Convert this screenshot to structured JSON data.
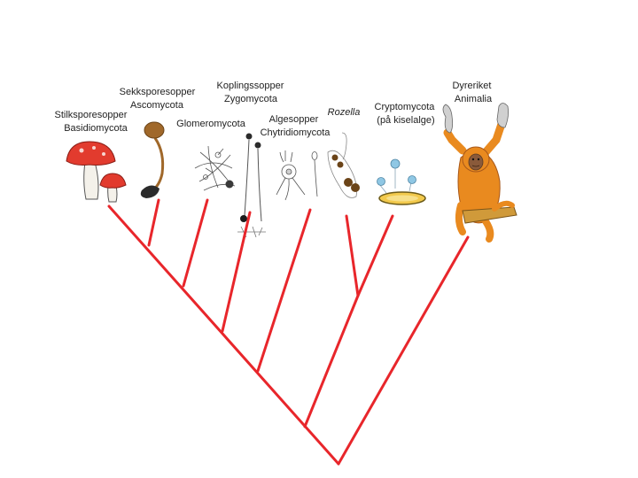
{
  "colors": {
    "tree": "#e8262b",
    "text": "#222222",
    "mushroom_cap": "#e23b2e",
    "stalk": "#f4f1ea",
    "asco": "#a0682a",
    "dark": "#2b2b2b",
    "orangutan": "#e98a1f",
    "branch_wood": "#d09a3a",
    "crypto_cell": "#8fc7e4",
    "diatom": "#f2c94c"
  },
  "taxa": [
    {
      "id": "basidiomycota",
      "lines": [
        "Stilksporesopper",
        "Basidiomycota"
      ],
      "icon": "mushroom-icon"
    },
    {
      "id": "ascomycota",
      "lines": [
        "Sekksporesopper",
        "Ascomycota"
      ],
      "icon": "cup-fungus-icon"
    },
    {
      "id": "glomeromycota",
      "lines": [
        "Glomeromycota"
      ],
      "icon": "hyphae-icon"
    },
    {
      "id": "zygomycota",
      "lines": [
        "Koplingssopper",
        "Zygomycota"
      ],
      "icon": "sporangium-icon"
    },
    {
      "id": "chytridiomycota",
      "lines": [
        "Algesopper",
        "Chytridiomycota"
      ],
      "icon": "chytrid-icon"
    },
    {
      "id": "rozella",
      "lines": [
        "Rozella"
      ],
      "italic": true,
      "icon": "rozella-icon"
    },
    {
      "id": "cryptomycota",
      "lines": [
        "Cryptomycota",
        "(på kiselalge)"
      ],
      "icon": "diatom-icon"
    },
    {
      "id": "animalia",
      "lines": [
        "Dyreriket",
        "Animalia"
      ],
      "icon": "orangutan-icon"
    }
  ]
}
